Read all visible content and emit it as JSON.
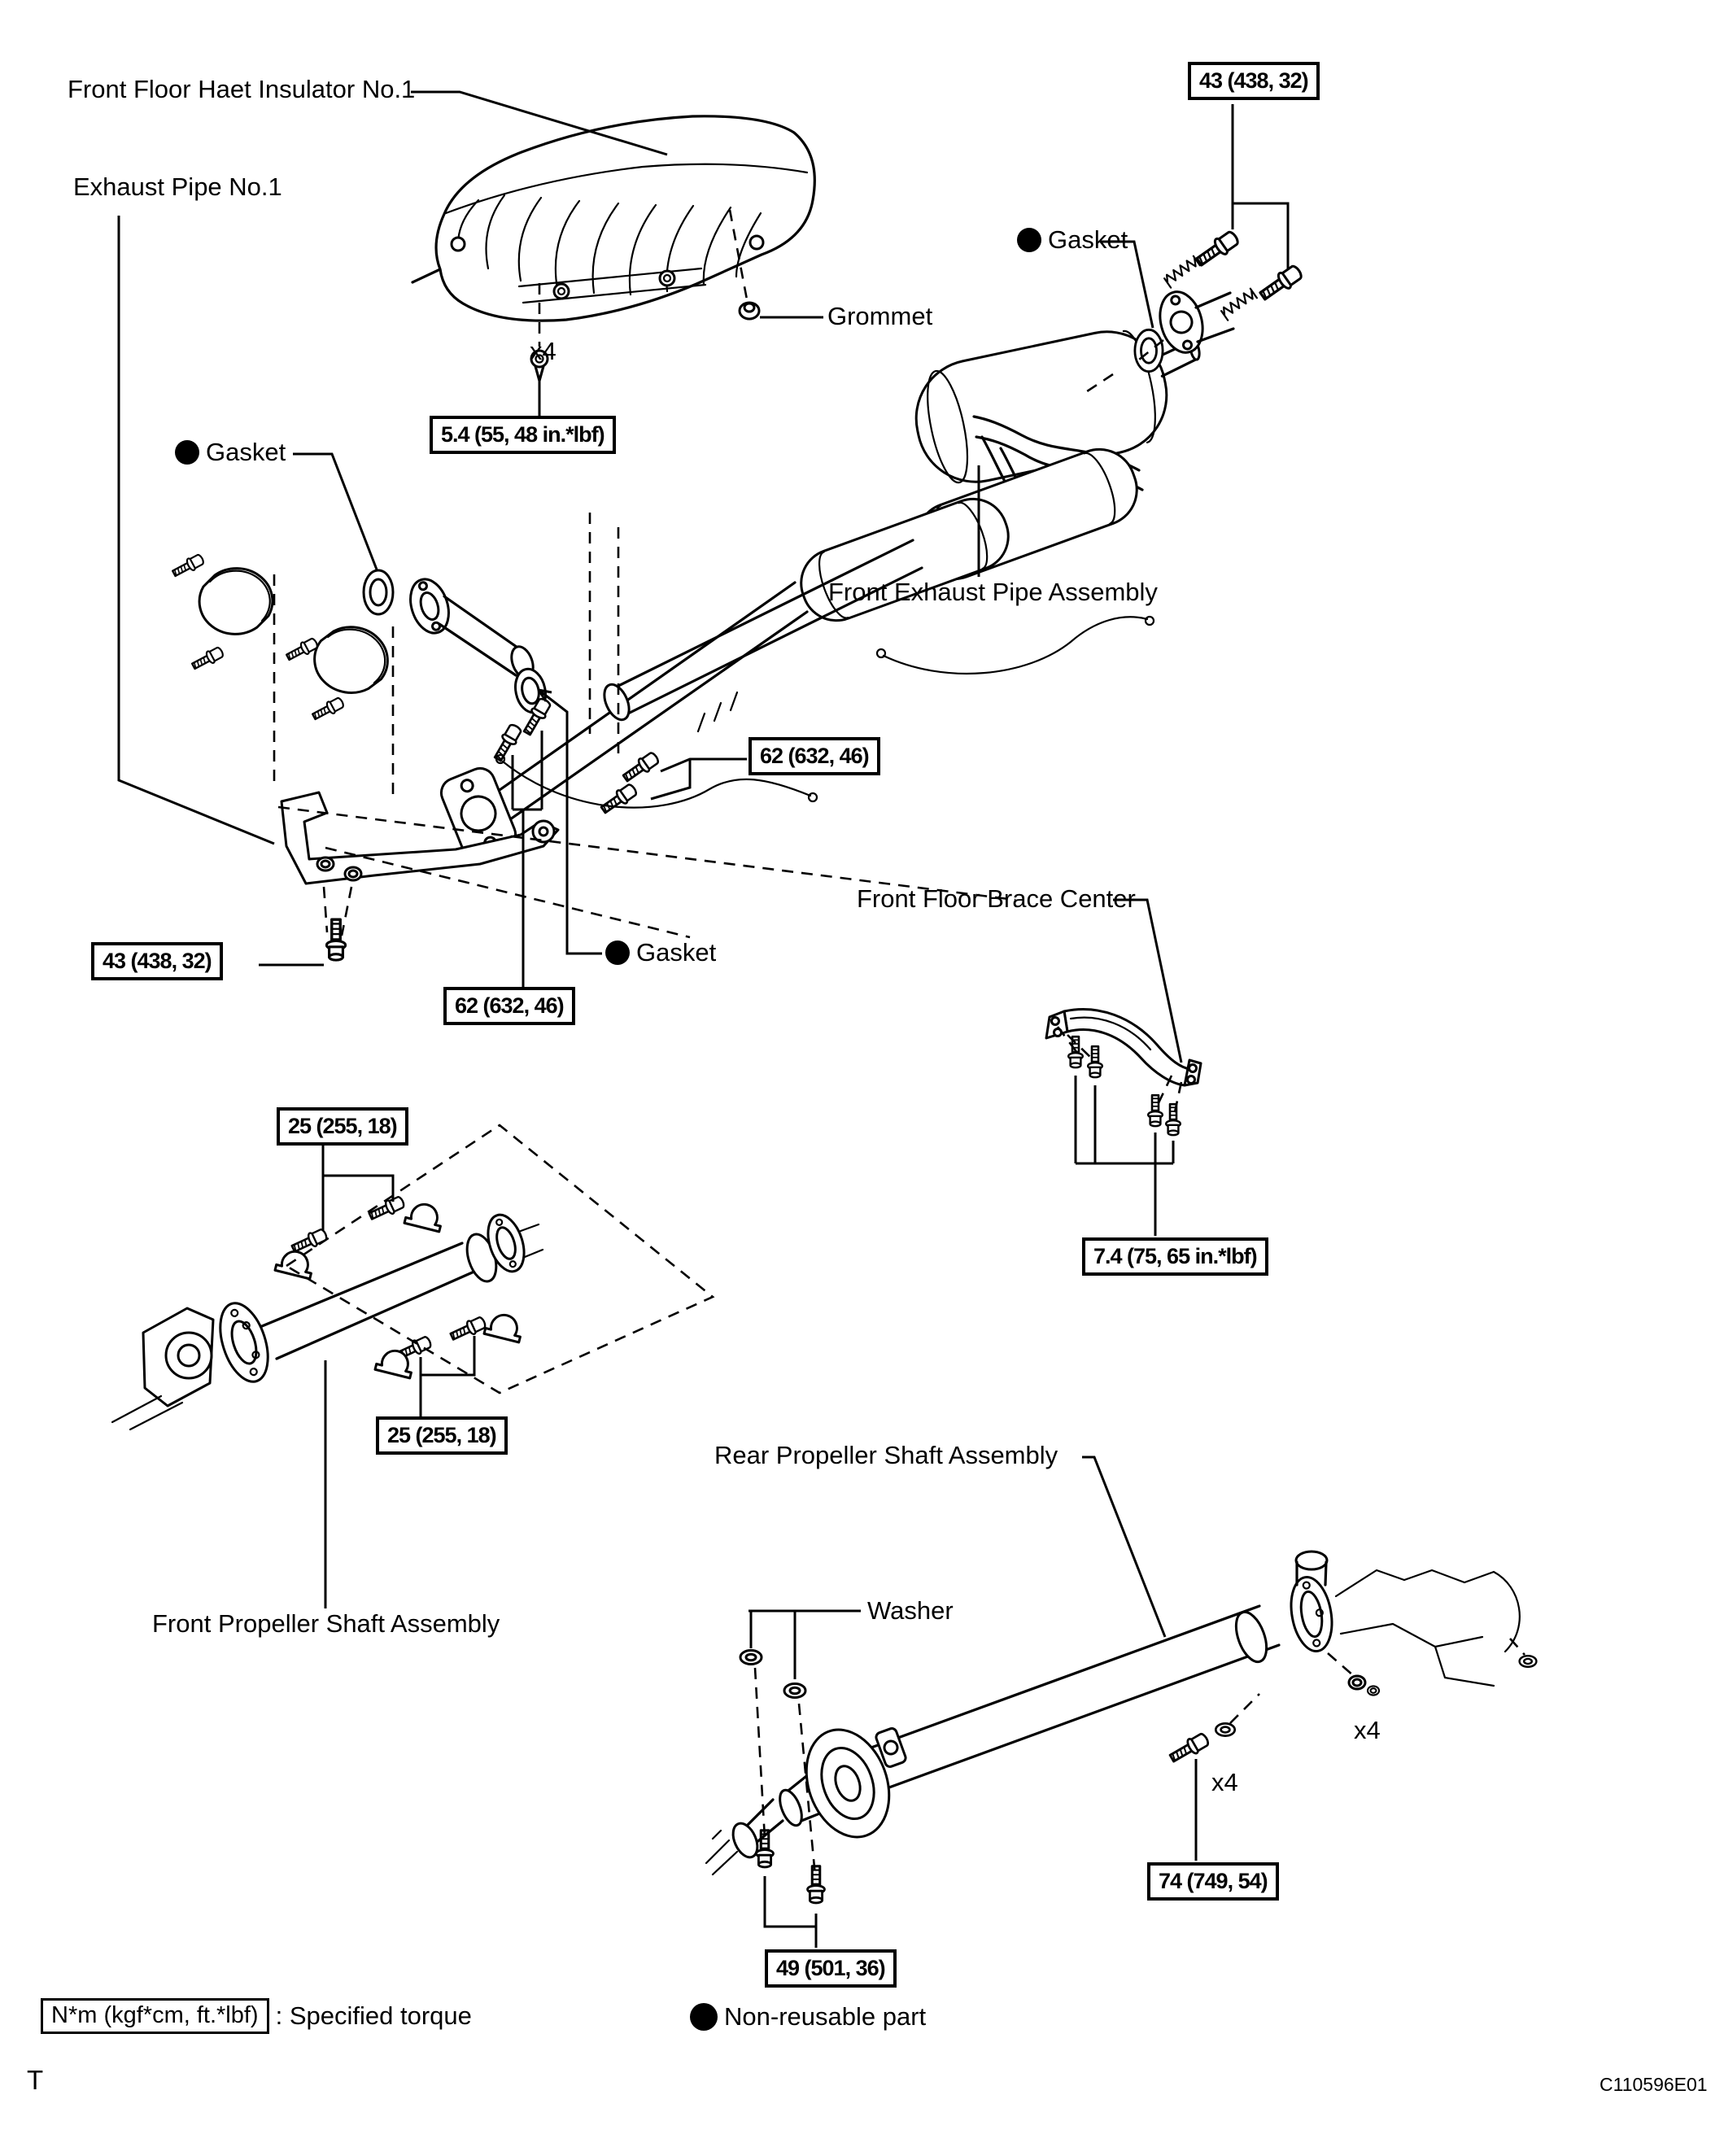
{
  "meta": {
    "figure_code": "C110596E01",
    "page_marker": "T"
  },
  "colors": {
    "ink": "#000000",
    "paper": "#ffffff"
  },
  "icons": {
    "non_reusable_dot": "filled-black-circle"
  },
  "parts": {
    "heat_insulator": "Front Floor Haet Insulator No.1",
    "exhaust_pipe": "Exhaust Pipe No.1",
    "gasket": "Gasket",
    "grommet": "Grommet",
    "front_exhaust_assembly": "Front Exhaust Pipe Assembly",
    "front_floor_brace": "Front Floor Brace Center",
    "front_prop_shaft": "Front Propeller Shaft Assembly",
    "rear_prop_shaft": "Rear Propeller Shaft Assembly",
    "washer": "Washer",
    "qty_x4": "x4"
  },
  "torque_specs": {
    "t43": "43 (438, 32)",
    "t5_4": "5.4 (55, 48 in.*lbf)",
    "t62": "62 (632, 46)",
    "t25": "25 (255, 18)",
    "t7_4": "7.4 (75, 65 in.*lbf)",
    "t74": "74 (749, 54)",
    "t49": "49 (501, 36)"
  },
  "legend": {
    "torque_unit_box": "N*m (kgf*cm, ft.*lbf)",
    "torque_caption": ": Specified torque",
    "non_reusable_caption": "Non-reusable part"
  }
}
